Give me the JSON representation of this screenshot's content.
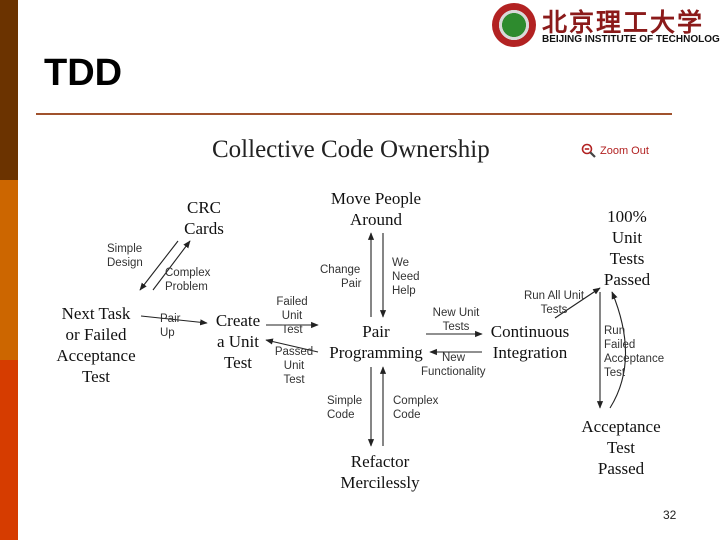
{
  "theme": {
    "strip_colors": [
      "#6b3300",
      "#cc6600",
      "#d63c00"
    ],
    "rule_color": "#a0522d",
    "arrow_color": "#222222",
    "zoom_color": "#b22222"
  },
  "header": {
    "title": "TDD",
    "logo": {
      "cn": "北京理工大学",
      "en": "BEIJING INSTITUTE OF TECHNOLOGY"
    }
  },
  "diagram": {
    "title": "Collective Code Ownership",
    "zoom_label": "Zoom Out",
    "nodes": {
      "crc": [
        "CRC",
        "Cards"
      ],
      "move": [
        "Move People",
        "Around"
      ],
      "unit_tests": [
        "100%",
        "Unit",
        "Tests",
        "Passed"
      ],
      "next_task": [
        "Next Task",
        "or Failed",
        "Acceptance",
        "Test"
      ],
      "create_test": [
        "Create",
        "a Unit",
        "Test"
      ],
      "pair": [
        "Pair",
        "Programming"
      ],
      "continuous": [
        "Continuous",
        "Integration"
      ],
      "refactor": [
        "Refactor",
        "Mercilessly"
      ],
      "acceptance": [
        "Acceptance",
        "Test",
        "Passed"
      ]
    },
    "edge_labels": {
      "simple_design": [
        "Simple",
        "Design"
      ],
      "complex_problem": [
        "Complex",
        "Problem"
      ],
      "pair_up": [
        "Pair",
        "Up"
      ],
      "failed_unit": [
        "Failed",
        "Unit",
        "Test"
      ],
      "passed_unit": [
        "Passed",
        "Unit",
        "Test"
      ],
      "change_pair": [
        "Change",
        "Pair"
      ],
      "we_need_help": [
        "We",
        "Need",
        "Help"
      ],
      "new_unit_tests": [
        "New Unit",
        "Tests"
      ],
      "new_functionality": [
        "New",
        "Functionality"
      ],
      "run_all": [
        "Run All Unit",
        "Tests"
      ],
      "run_failed": [
        "Run",
        "Failed",
        "Acceptance",
        "Test"
      ],
      "simple_code": [
        "Simple",
        "Code"
      ],
      "complex_code": [
        "Complex",
        "Code"
      ]
    }
  },
  "footer": {
    "page_number": "32"
  }
}
